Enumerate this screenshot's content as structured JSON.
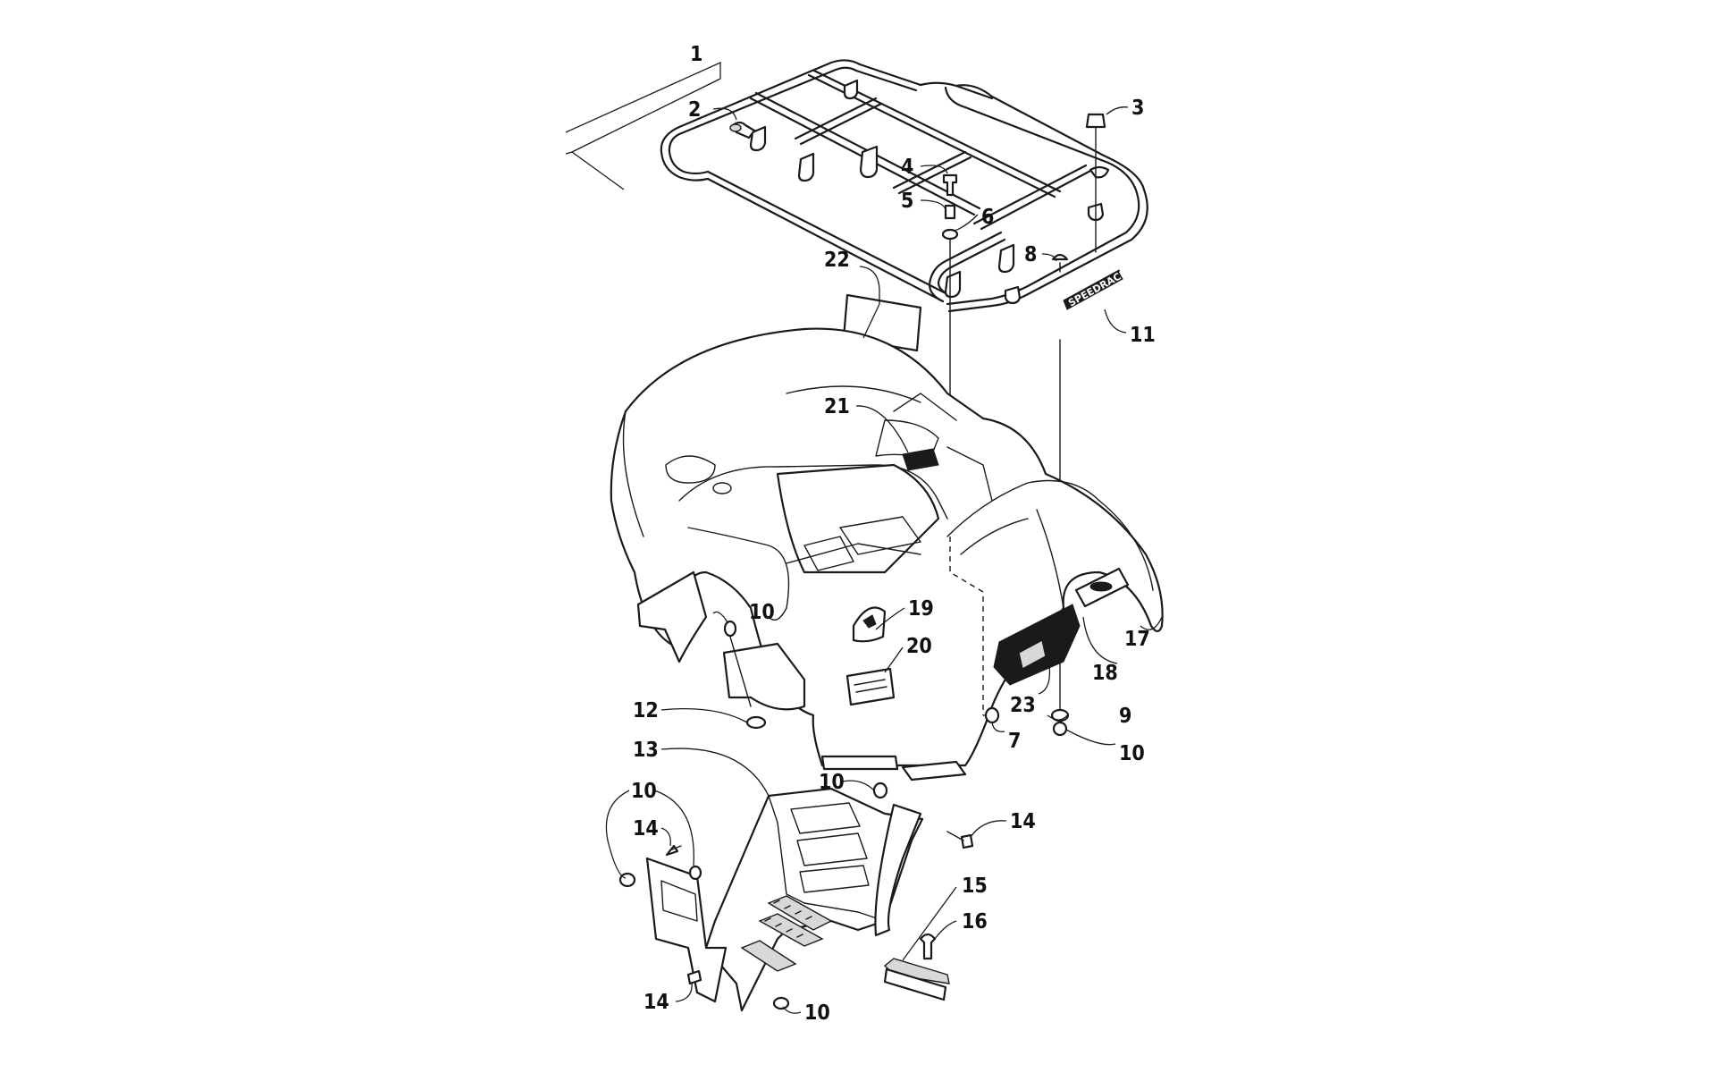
{
  "diagram": {
    "callouts": [
      {
        "label": "1"
      },
      {
        "label": "2"
      },
      {
        "label": "3"
      },
      {
        "label": "4"
      },
      {
        "label": "5"
      },
      {
        "label": "6"
      },
      {
        "label": "8"
      },
      {
        "label": "11"
      },
      {
        "label": "22"
      },
      {
        "label": "21"
      },
      {
        "label": "10"
      },
      {
        "label": "19"
      },
      {
        "label": "20"
      },
      {
        "label": "17"
      },
      {
        "label": "18"
      },
      {
        "label": "23"
      },
      {
        "label": "9"
      },
      {
        "label": "7"
      },
      {
        "label": "10"
      },
      {
        "label": "12"
      },
      {
        "label": "13"
      },
      {
        "label": "10"
      },
      {
        "label": "10"
      },
      {
        "label": "14"
      },
      {
        "label": "14"
      },
      {
        "label": "15"
      },
      {
        "label": "16"
      },
      {
        "label": "14"
      },
      {
        "label": "10"
      }
    ],
    "rack_decal": "SPEEDRACK",
    "colors": {
      "ink": "#1a1a1a",
      "paper": "#ffffff"
    }
  }
}
